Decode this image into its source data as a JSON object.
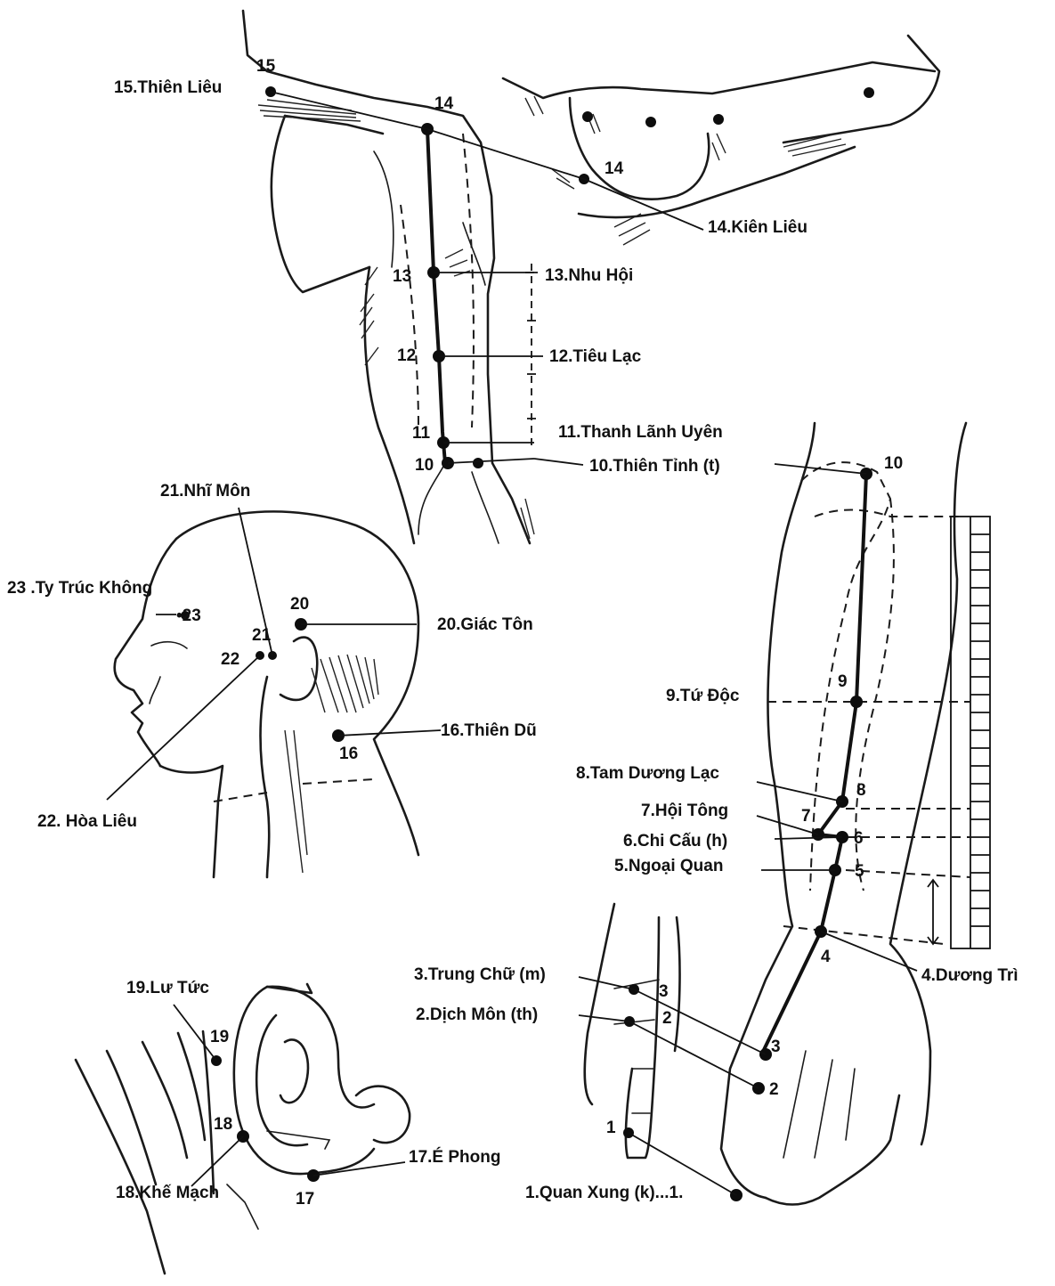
{
  "labels": {
    "p1": "1.Quan Xung (k)...1.",
    "p2": "2.Dịch Môn (th)",
    "p3": "3.Trung Chữ (m)",
    "p4": "4.Dương Trì",
    "p5": "5.Ngoại Quan",
    "p6": "6.Chi Cấu (h)",
    "p7": "7.Hội Tông",
    "p8": "8.Tam Dương Lạc",
    "p9": "9.Tứ Độc",
    "p10": "10.Thiên Tỉnh (t)",
    "p11": "11.Thanh Lãnh Uyên",
    "p12": "12.Tiêu Lạc",
    "p13": "13.Nhu Hội",
    "p14": "14.Kiên Liêu",
    "p15": "15.Thiên Liêu",
    "p16": "16.Thiên Dũ",
    "p17": "17.É Phong",
    "p18": "18.Khế Mạch",
    "p19": "19.Lư Tức",
    "p20": "20.Giác Tôn",
    "p21": "21.Nhĩ Môn",
    "p22": "22. Hòa Liêu",
    "p23": "23 .Ty Trúc Không"
  },
  "numbers": {
    "n1a": "1",
    "n2a": "2",
    "n2b": "2",
    "n3a": "3",
    "n3b": "3",
    "n4": "4",
    "n5": "5",
    "n6": "6",
    "n7": "7",
    "n8": "8",
    "n9": "9",
    "n10": "10",
    "n11": "11",
    "n12": "12",
    "n13": "13",
    "n14a": "14",
    "n14b": "14",
    "n15": "15",
    "n16": "16",
    "n17": "17",
    "n18": "18",
    "n19": "19",
    "n20": "20",
    "n21": "21",
    "n22": "22",
    "n23": "•23"
  },
  "colors": {
    "ink": "#111111",
    "paper": "#ffffff"
  }
}
